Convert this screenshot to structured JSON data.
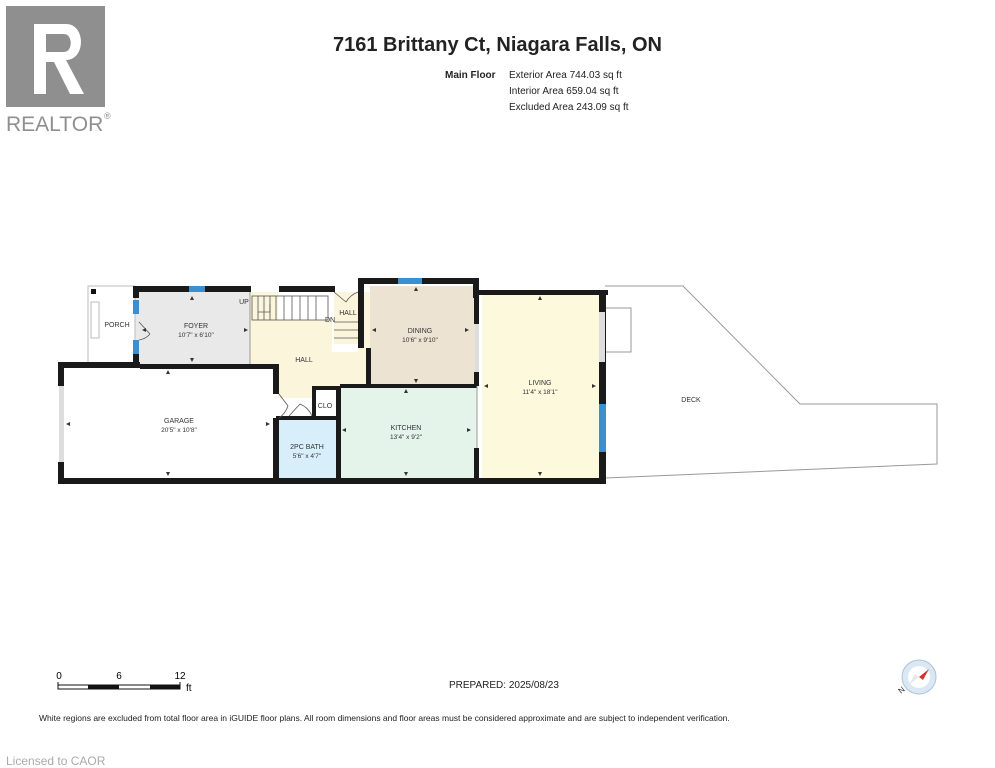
{
  "logo": {
    "text": "REALTOR",
    "mark": "®"
  },
  "title": "7161 Brittany Ct, Niagara Falls, ON",
  "floor": {
    "label": "Main Floor",
    "areas": [
      "Exterior Area 744.03 sq ft",
      "Interior Area 659.04 sq ft",
      "Excluded Area 243.09 sq ft"
    ]
  },
  "rooms": {
    "porch": {
      "name": "PORCH"
    },
    "foyer": {
      "name": "FOYER",
      "dims": "10'7\" x 6'10\""
    },
    "up": "UP",
    "dn": "DN",
    "hall_upper": "HALL",
    "hall_lower": "HALL",
    "dining": {
      "name": "DINING",
      "dims": "10'6\" x 9'10\""
    },
    "living": {
      "name": "LIVING",
      "dims": "11'4\" x 18'1\""
    },
    "deck": {
      "name": "DECK"
    },
    "garage": {
      "name": "GARAGE",
      "dims": "20'5\" x 10'8\""
    },
    "clo": "CLO",
    "kitchen": {
      "name": "KITCHEN",
      "dims": "13'4\" x 9'2\""
    },
    "bath": {
      "name": "2PC BATH",
      "dims": "5'6\" x 4'7\""
    }
  },
  "scale": {
    "ticks": [
      "0",
      "6",
      "12"
    ],
    "unit": "ft"
  },
  "prepared": "PREPARED: 2025/08/23",
  "compass": {
    "label": "N"
  },
  "disclaimer": "White regions are excluded from total floor area in iGUIDE floor plans. All room dimensions and floor areas must be considered approximate and are subject to independent verification.",
  "license": "Licensed to CAOR",
  "colors": {
    "foyer": "#e9e9e9",
    "hall": "#fbf5dc",
    "dining": "#ece3d3",
    "living": "#fcf9dc",
    "kitchen": "#e4f4ea",
    "bath": "#d9eefb",
    "garage": "#ffffff",
    "wall": "#1a1a1a",
    "window": "#3a8fd0",
    "logo": "#8f8f8f"
  }
}
